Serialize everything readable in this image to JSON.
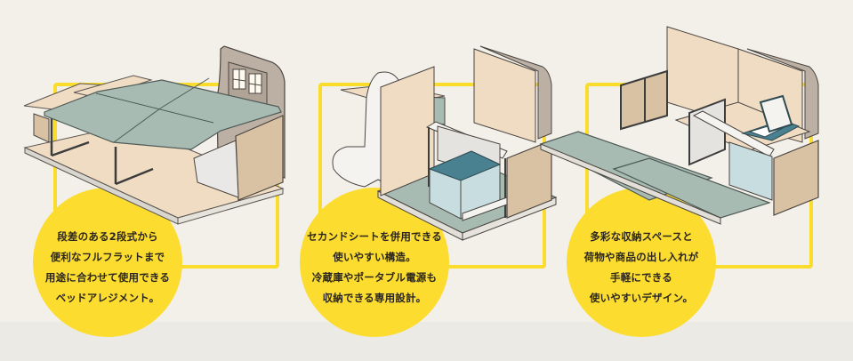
{
  "colors": {
    "background": "#f3f0ea",
    "accent_yellow": "#fcdc2f",
    "mat_green": "#a7bbb3",
    "wood": "#efdcc2",
    "dark_frame": "#4a4a4a",
    "cooler_blue": "#4a8191"
  },
  "features": [
    {
      "id": "bed-arrangement",
      "illustration": "two-tier-bed-kit-icon",
      "lines": [
        "段差のある2段式から",
        "便利なフルフラットまで",
        "用途に合わせて使用できる",
        "ベッドアレジメント。"
      ]
    },
    {
      "id": "second-seat-structure",
      "illustration": "seat-and-fridge-kit-icon",
      "lines": [
        "セカンドシートを併用できる",
        "使いやすい構造。",
        "冷蔵庫やポータブル電源も",
        "収納できる専用設計。"
      ]
    },
    {
      "id": "storage-design",
      "illustration": "storage-kit-icon",
      "lines": [
        "多彩な収納スペースと",
        "荷物や商品の出し入れが",
        "手軽にできる",
        "使いやすいデザイン。"
      ]
    }
  ]
}
